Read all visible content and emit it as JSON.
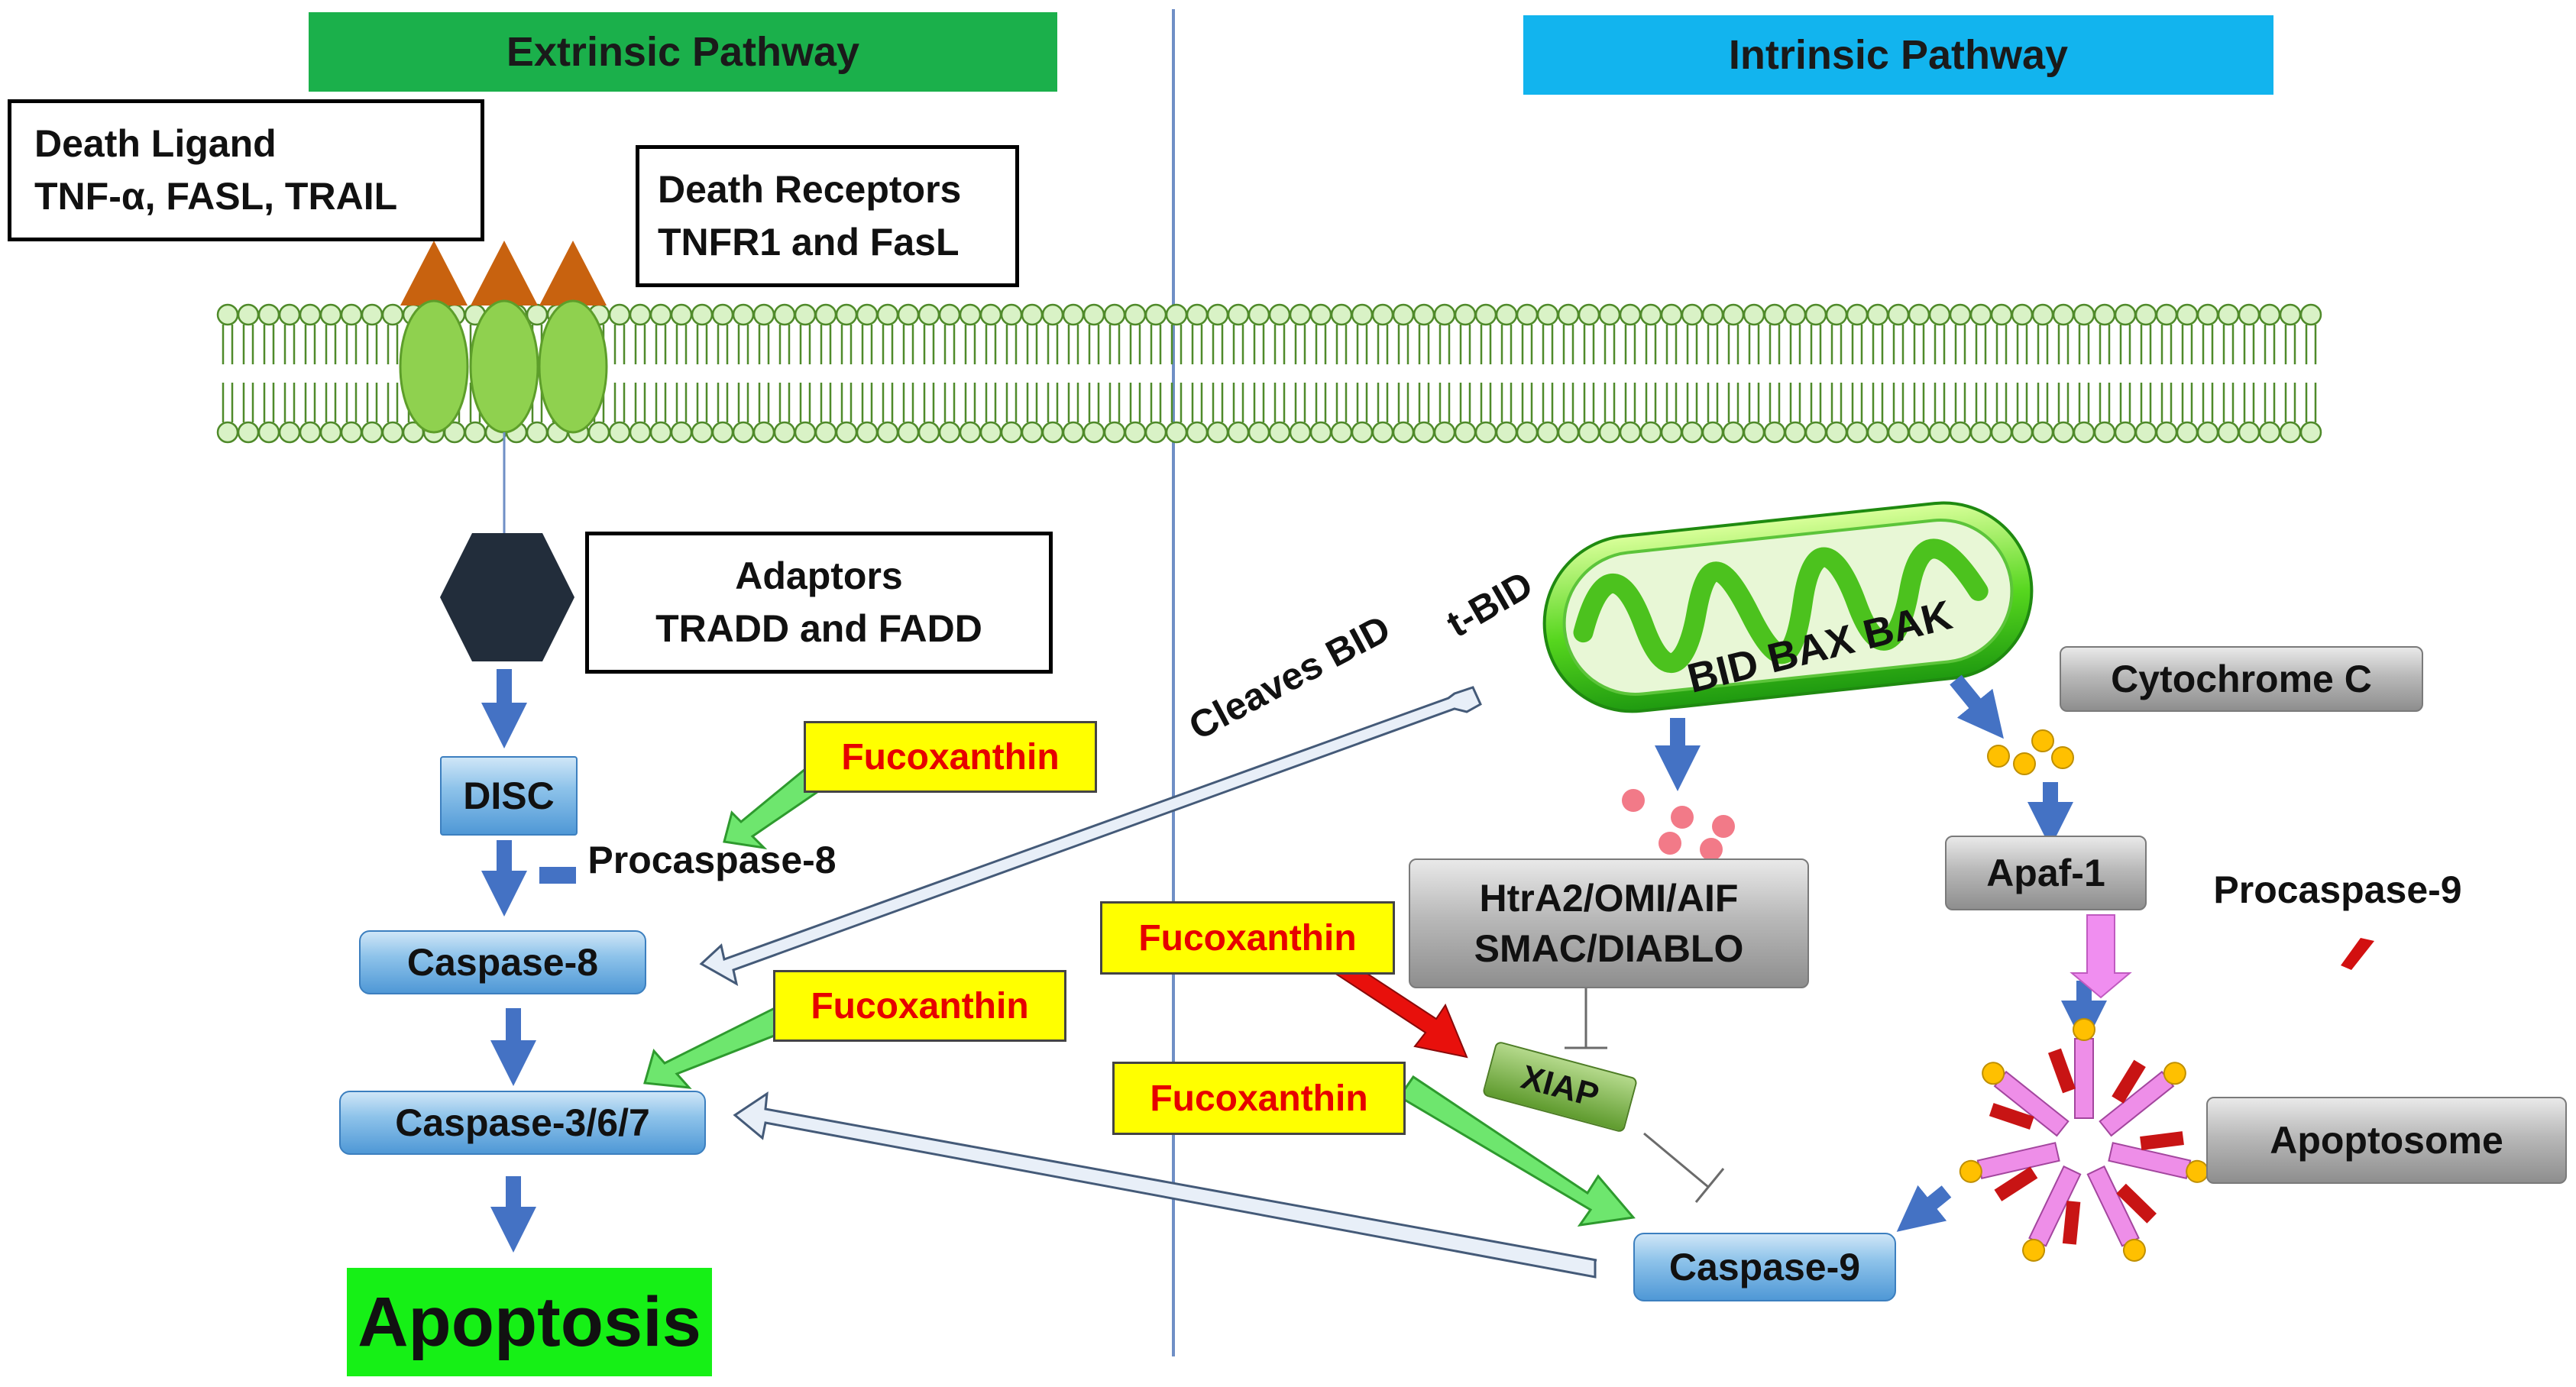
{
  "headers": {
    "extrinsic": "Extrinsic Pathway",
    "intrinsic": "Intrinsic Pathway"
  },
  "extrinsic": {
    "death_ligand_title": "Death Ligand",
    "death_ligand_list": "TNF-α, FASL, TRAIL",
    "death_receptors_title": "Death Receptors",
    "death_receptors_list": "TNFR1 and FasL",
    "adaptors_title": "Adaptors",
    "adaptors_list": "TRADD and  FADD",
    "disc": "DISC",
    "procaspase8": "Procaspase-8",
    "caspase8": "Caspase-8",
    "caspase367": "Caspase-3/6/7",
    "apoptosis": "Apoptosis"
  },
  "intrinsic": {
    "cleaves_bid": "Cleaves BID",
    "t_bid": "t-BID",
    "bid_bax_bak": "BID BAX BAK",
    "cytochrome_c": "Cytochrome C",
    "htra2_line1": "HtrA2/OMI/AIF",
    "htra2_line2": "SMAC/DIABLO",
    "apaf1": "Apaf-1",
    "procaspase9": "Procaspase-9",
    "xiap": "XIAP",
    "apoptosome": "Apoptosome",
    "caspase9": "Caspase-9"
  },
  "fucoxanthin": {
    "f1": "Fucoxanthin",
    "f2": "Fucoxanthin",
    "f3": "Fucoxanthin",
    "f4": "Fucoxanthin"
  },
  "colors": {
    "extrinsic_header": "#1bb04b",
    "intrinsic_header": "#12b4ee",
    "membrane_bead": "#d9f2c6",
    "receptor": "#8fd14f",
    "ligand": "#c8620f",
    "fuco_fill": "#ffff00",
    "fuco_text": "#e60000",
    "apoptosis_fill": "#16f016"
  }
}
